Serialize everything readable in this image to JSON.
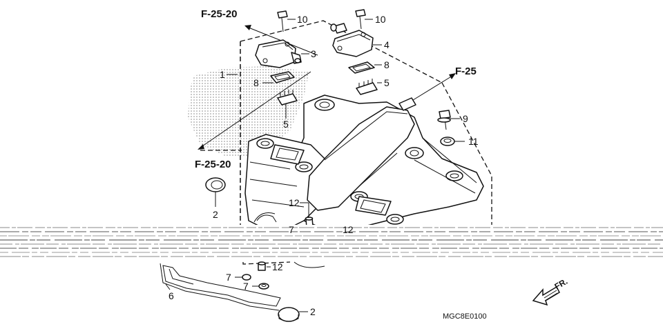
{
  "diagram": {
    "references": {
      "upper_left": "F-25-20",
      "lower_left": "F-25-20",
      "right": "F-25"
    },
    "callouts": {
      "p1": "1",
      "p2_left": "2",
      "p2_bottom": "2",
      "p3": "3",
      "p4": "4",
      "p5_left": "5",
      "p5_right": "5",
      "p6": "6",
      "p7_a": "7",
      "p7_b": "7",
      "p7_c": "7",
      "p8_left": "8",
      "p8_right": "8",
      "p9": "9",
      "p10_left": "10",
      "p10_right": "10",
      "p11": "11",
      "p12_a": "12",
      "p12_b": "12",
      "p12_c": "12"
    },
    "front_marker": "FR.",
    "diagram_code": "MGC8E0100"
  }
}
